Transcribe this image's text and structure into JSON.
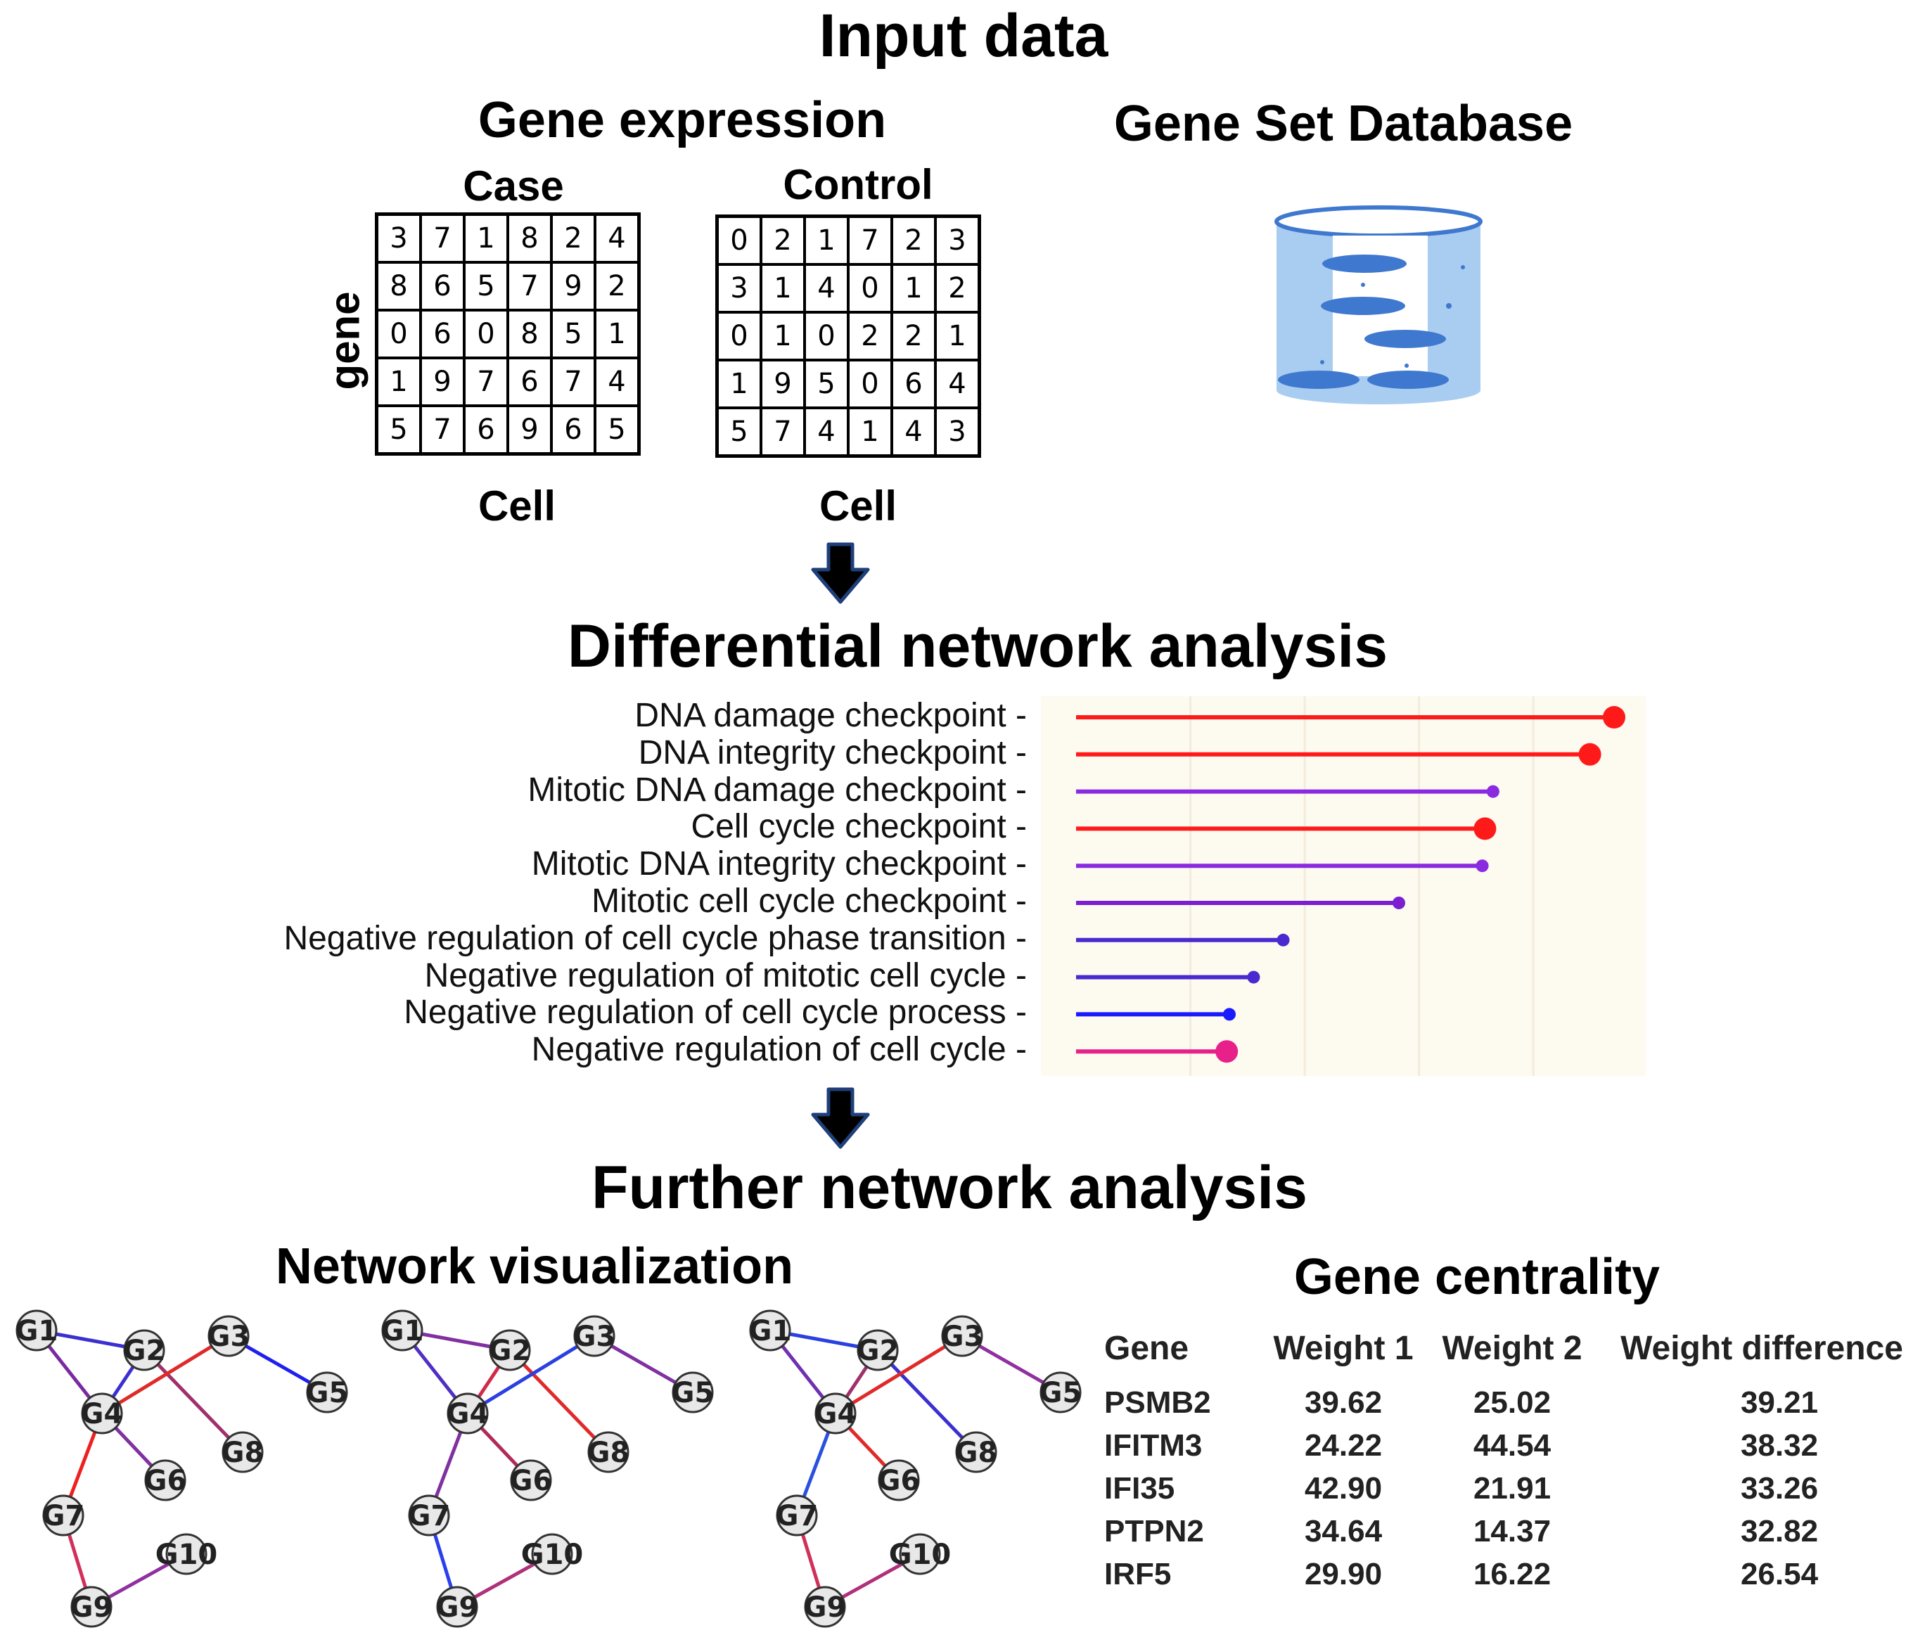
{
  "titles": {
    "input_data": "Input data",
    "gene_expression": "Gene expression",
    "gene_set_database": "Gene Set Database",
    "case": "Case",
    "control": "Control",
    "gene_axis": "gene",
    "cell_case": "Cell",
    "cell_control": "Cell",
    "differential": "Differential network analysis",
    "further": "Further network analysis",
    "network_visualization": "Network visualization",
    "gene_centrality": "Gene centrality"
  },
  "matrices": {
    "case": [
      [
        3,
        7,
        1,
        8,
        2,
        4
      ],
      [
        8,
        6,
        5,
        7,
        9,
        2
      ],
      [
        0,
        6,
        0,
        8,
        5,
        1
      ],
      [
        1,
        9,
        7,
        6,
        7,
        4
      ],
      [
        5,
        7,
        6,
        9,
        6,
        5
      ]
    ],
    "control": [
      [
        0,
        2,
        1,
        7,
        2,
        3
      ],
      [
        3,
        1,
        4,
        0,
        1,
        2
      ],
      [
        0,
        1,
        0,
        2,
        2,
        1
      ],
      [
        1,
        9,
        5,
        0,
        6,
        4
      ],
      [
        5,
        7,
        4,
        1,
        4,
        3
      ]
    ]
  },
  "chart_data": {
    "type": "lollipop",
    "categories": [
      "DNA damage checkpoint",
      "DNA integrity checkpoint",
      "Mitotic DNA damage checkpoint",
      "Cell cycle checkpoint",
      "Mitotic DNA integrity checkpoint",
      "Mitotic cell cycle checkpoint",
      "Negative regulation of cell cycle phase transition",
      "Negative regulation of mitotic cell cycle",
      "Negative regulation of cell cycle process",
      "Negative regulation of cell cycle"
    ],
    "values": [
      1.0,
      0.955,
      0.775,
      0.76,
      0.755,
      0.6,
      0.385,
      0.33,
      0.285,
      0.28
    ],
    "colors": [
      "#ff1a1a",
      "#ff1a1a",
      "#8a2be2",
      "#ff1a1a",
      "#8a2be2",
      "#7b1fd0",
      "#4a2ad0",
      "#4a2ad0",
      "#1a1aff",
      "#e8208a"
    ],
    "marker_sizes": [
      "large",
      "large",
      "small",
      "large",
      "small",
      "small",
      "small",
      "small",
      "small",
      "large"
    ],
    "grid": true,
    "title": "",
    "xlabel": "",
    "ylabel": ""
  },
  "networks": {
    "node_labels": [
      "G1",
      "G2",
      "G3",
      "G4",
      "G5",
      "G6",
      "G7",
      "G8",
      "G9",
      "G10"
    ],
    "graphs": [
      {
        "edges": [
          [
            "G1",
            "G2",
            "#3a30d0"
          ],
          [
            "G1",
            "G4",
            "#7a2aa0"
          ],
          [
            "G2",
            "G4",
            "#3a30d0"
          ],
          [
            "G2",
            "G8",
            "#a0306a"
          ],
          [
            "G3",
            "G4",
            "#e02a2a"
          ],
          [
            "G3",
            "G5",
            "#2020ee"
          ],
          [
            "G4",
            "G6",
            "#8030a0"
          ],
          [
            "G4",
            "G7",
            "#ee2020"
          ],
          [
            "G7",
            "G9",
            "#d0305a"
          ],
          [
            "G9",
            "G10",
            "#9030a0"
          ]
        ]
      },
      {
        "edges": [
          [
            "G1",
            "G2",
            "#8030a0"
          ],
          [
            "G1",
            "G4",
            "#5030c0"
          ],
          [
            "G2",
            "G4",
            "#d02a4a"
          ],
          [
            "G2",
            "G8",
            "#e02a2a"
          ],
          [
            "G3",
            "G4",
            "#2a40e0"
          ],
          [
            "G3",
            "G5",
            "#8030a0"
          ],
          [
            "G4",
            "G6",
            "#b02a5a"
          ],
          [
            "G4",
            "G7",
            "#8030a0"
          ],
          [
            "G7",
            "G9",
            "#2a40ee"
          ],
          [
            "G9",
            "G10",
            "#b0307a"
          ]
        ]
      },
      {
        "edges": [
          [
            "G1",
            "G2",
            "#2a40e0"
          ],
          [
            "G1",
            "G4",
            "#7030b0"
          ],
          [
            "G2",
            "G4",
            "#a0306a"
          ],
          [
            "G2",
            "G8",
            "#3a30d0"
          ],
          [
            "G3",
            "G4",
            "#e02a2a"
          ],
          [
            "G3",
            "G5",
            "#9030a0"
          ],
          [
            "G4",
            "G6",
            "#e02a2a"
          ],
          [
            "G4",
            "G7",
            "#2a50e0"
          ],
          [
            "G7",
            "G9",
            "#d0305a"
          ],
          [
            "G9",
            "G10",
            "#b0307a"
          ]
        ]
      }
    ]
  },
  "centrality": {
    "headers": [
      "Gene",
      "Weight 1",
      "Weight 2",
      "Weight difference"
    ],
    "rows": [
      [
        "PSMB2",
        "39.62",
        "25.02",
        "39.21"
      ],
      [
        "IFITM3",
        "24.22",
        "44.54",
        "38.32"
      ],
      [
        "IFI35",
        "42.90",
        "21.91",
        "33.26"
      ],
      [
        "PTPN2",
        "34.64",
        "14.37",
        "32.82"
      ],
      [
        "IRF5",
        "29.90",
        "16.22",
        "26.54"
      ]
    ]
  },
  "colors": {
    "arrow": "#1f3f7a",
    "database": "#a9cdf0",
    "database_disk": "#3f78cf",
    "chart_bg": "#fdfaf0"
  },
  "icons": {
    "database": "database-cylinder-icon",
    "arrow": "down-arrow-icon"
  }
}
